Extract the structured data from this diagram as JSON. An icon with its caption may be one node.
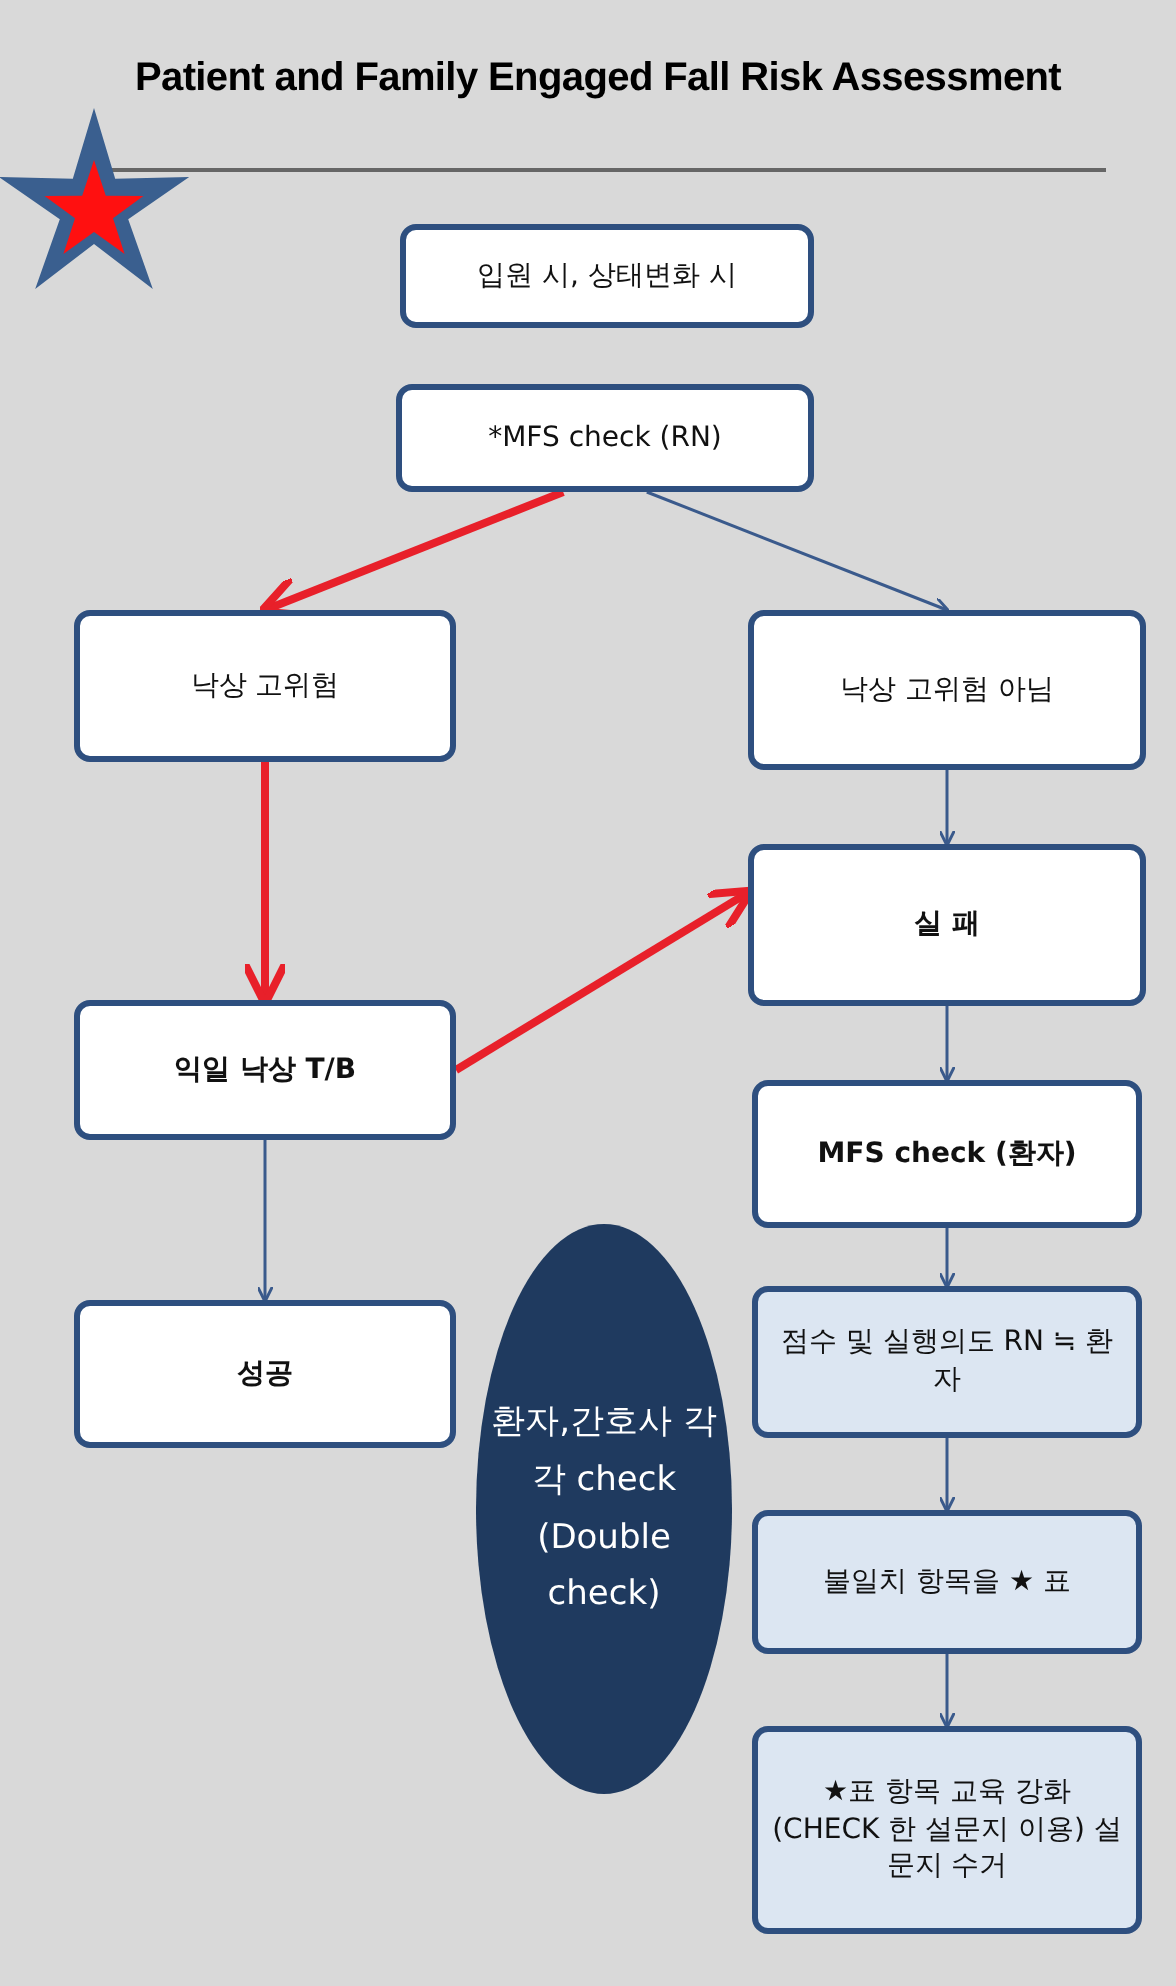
{
  "diagram": {
    "title": "Patient and Family Engaged Fall Risk Assessment",
    "nodes": [
      {
        "text": [
          "입원 시, 상태변화 시"
        ]
      },
      {
        "text": [
          "*MFS check (RN)"
        ]
      },
      {
        "text": [
          "낙상 고위험"
        ]
      },
      {
        "text": [
          "낙상 고위험 아님"
        ]
      },
      {
        "text": [
          "실 패"
        ]
      },
      {
        "text": [
          "익일 낙상 T/B"
        ]
      },
      {
        "text": [
          "MFS check (환자)"
        ]
      },
      {
        "text": [
          "성공"
        ]
      },
      {
        "text": [
          "환자,간호사 각각 check (Double check)"
        ]
      },
      {
        "text": [
          "점수 및 실행의도 RN ≒ 환자"
        ]
      },
      {
        "text": [
          "불일치 항목을 ★ 표"
        ]
      },
      {
        "text": [
          "★표 항목 교육 강화 (CHECK 한 설문지 이용) 설문지 수거"
        ]
      }
    ],
    "edges": [
      {
        "from": 1,
        "to": 2,
        "arrow": "to",
        "style": "thick",
        "color": "#e8202a"
      },
      {
        "from": 1,
        "to": 3,
        "arrow": "to"
      },
      {
        "from": 3,
        "to": 4,
        "arrow": "to"
      },
      {
        "from": 2,
        "to": 5,
        "arrow": "to",
        "style": "thick",
        "color": "#e8202a"
      },
      {
        "from": 5,
        "to": 4,
        "arrow": "to",
        "style": "thick",
        "color": "#e8202a"
      },
      {
        "from": 4,
        "to": 6,
        "arrow": "to"
      },
      {
        "from": 5,
        "to": 7,
        "arrow": "to"
      },
      {
        "from": 6,
        "to": 9,
        "arrow": "to"
      },
      {
        "from": 9,
        "to": 10,
        "arrow": "to"
      },
      {
        "from": 10,
        "to": 11,
        "arrow": "to"
      }
    ]
  }
}
